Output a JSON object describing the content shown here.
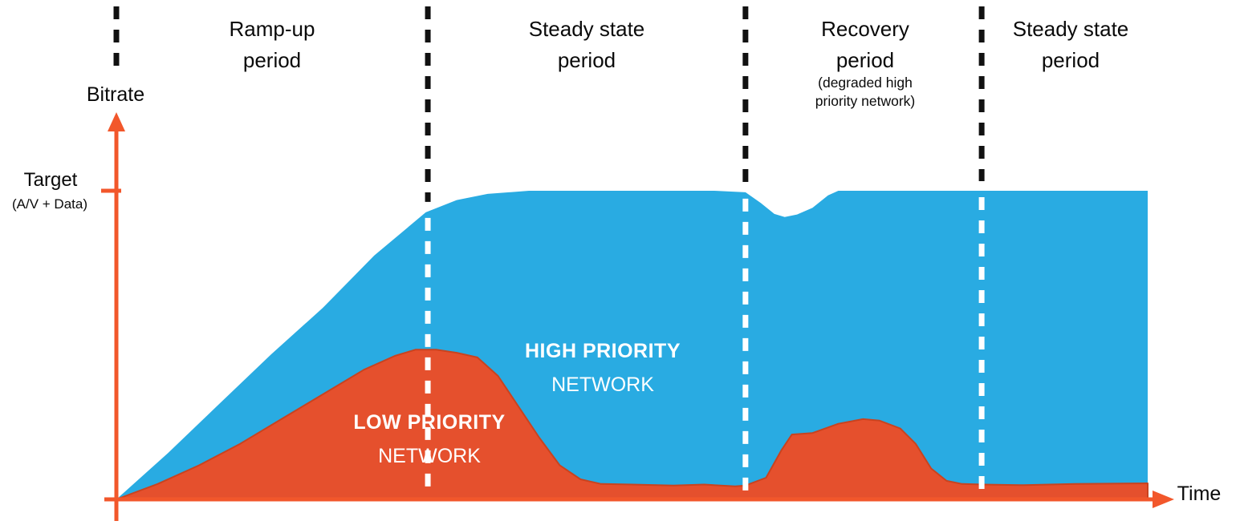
{
  "axes": {
    "y_label": "Bitrate",
    "x_label": "Time",
    "target_label": "Target",
    "target_sublabel": "(A/V + Data)"
  },
  "periods": [
    {
      "label": "Ramp-up\nperiod"
    },
    {
      "label": "Steady state\nperiod"
    },
    {
      "label": "Recovery\nperiod",
      "sublabel": "(degraded high\npriority network)"
    },
    {
      "label": "Steady state\nperiod"
    }
  ],
  "area_labels": {
    "high": {
      "line1": "HIGH PRIORITY",
      "line2": "NETWORK"
    },
    "low": {
      "line1": "LOW PRIORITY",
      "line2": "NETWORK"
    }
  },
  "colors": {
    "high_priority": "#29ABE2",
    "low_priority": "#E5502D",
    "low_priority_edge": "#C9431F",
    "axis": "#F2572B",
    "dash_black": "#111111",
    "dash_white": "#FFFFFF",
    "text": "#000000"
  },
  "chart_data": {
    "type": "area",
    "title": "",
    "xlabel": "Time",
    "ylabel": "Bitrate",
    "x_unit": "relative time (0-100, unlabeled axis)",
    "y_unit": "% of target bitrate (A/V + Data)",
    "target_value": 100,
    "grid": false,
    "legend": "labels drawn inside areas",
    "series": [
      {
        "name": "HIGH PRIORITY NETWORK",
        "role": "total bitrate envelope (blue region = total minus low priority)",
        "color": "#29ABE2",
        "points": [
          [
            0,
            0
          ],
          [
            5,
            15
          ],
          [
            10,
            31
          ],
          [
            15,
            47
          ],
          [
            20,
            62
          ],
          [
            25,
            79
          ],
          [
            30,
            93
          ],
          [
            33,
            97
          ],
          [
            36,
            99
          ],
          [
            40,
            100
          ],
          [
            58,
            100
          ],
          [
            61,
            99.5
          ],
          [
            62.5,
            96
          ],
          [
            63.8,
            92.5
          ],
          [
            64.8,
            91.5
          ],
          [
            66,
            92.3
          ],
          [
            67.5,
            94.5
          ],
          [
            69,
            98.5
          ],
          [
            70,
            100
          ],
          [
            100,
            100
          ]
        ]
      },
      {
        "name": "LOW PRIORITY NETWORK",
        "role": "low priority bitrate (orange region)",
        "color": "#E5502D",
        "points": [
          [
            0,
            0
          ],
          [
            4,
            5
          ],
          [
            8,
            11
          ],
          [
            12,
            18
          ],
          [
            16,
            26
          ],
          [
            20,
            34
          ],
          [
            24,
            42
          ],
          [
            27,
            46.5
          ],
          [
            29,
            48.5
          ],
          [
            31,
            48.5
          ],
          [
            33,
            47.5
          ],
          [
            35,
            46
          ],
          [
            37,
            40
          ],
          [
            39,
            30
          ],
          [
            41,
            20
          ],
          [
            43,
            11
          ],
          [
            45,
            6.5
          ],
          [
            47,
            5
          ],
          [
            50,
            4.8
          ],
          [
            54,
            4.5
          ],
          [
            57,
            4.8
          ],
          [
            60,
            4.2
          ],
          [
            61,
            4.5
          ],
          [
            63,
            7
          ],
          [
            64.5,
            16
          ],
          [
            65.5,
            21
          ],
          [
            67.5,
            21.5
          ],
          [
            70,
            24.5
          ],
          [
            72.4,
            26
          ],
          [
            74,
            25.5
          ],
          [
            76,
            23
          ],
          [
            77.5,
            18
          ],
          [
            79,
            10
          ],
          [
            80.5,
            6
          ],
          [
            82,
            5
          ],
          [
            84,
            4.8
          ],
          [
            88,
            4.6
          ],
          [
            93,
            5
          ],
          [
            100,
            5.2
          ]
        ]
      }
    ],
    "boundaries": [
      {
        "x": 0,
        "top_only": true
      },
      {
        "x": 30.2
      },
      {
        "x": 61
      },
      {
        "x": 83.9
      }
    ],
    "plot": {
      "x0": 145,
      "x1": 1430,
      "y0": 623,
      "y1": 238
    }
  }
}
